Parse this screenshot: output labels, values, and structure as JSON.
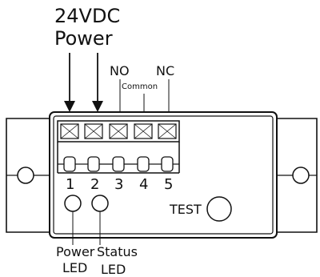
{
  "labels": {
    "power_line1": "24VDC",
    "power_line2": "Power",
    "no": "NO",
    "common": "Common",
    "nc": "NC",
    "test": "TEST",
    "power_led_line1": "Power",
    "power_led_line2": "LED",
    "status_led_line1": "Status",
    "status_led_line2": "LED"
  },
  "terminals": [
    {
      "number": "1"
    },
    {
      "number": "2"
    },
    {
      "number": "3"
    },
    {
      "number": "4"
    },
    {
      "number": "5"
    }
  ],
  "colors": {
    "stroke": "#111111",
    "background": "#ffffff"
  }
}
